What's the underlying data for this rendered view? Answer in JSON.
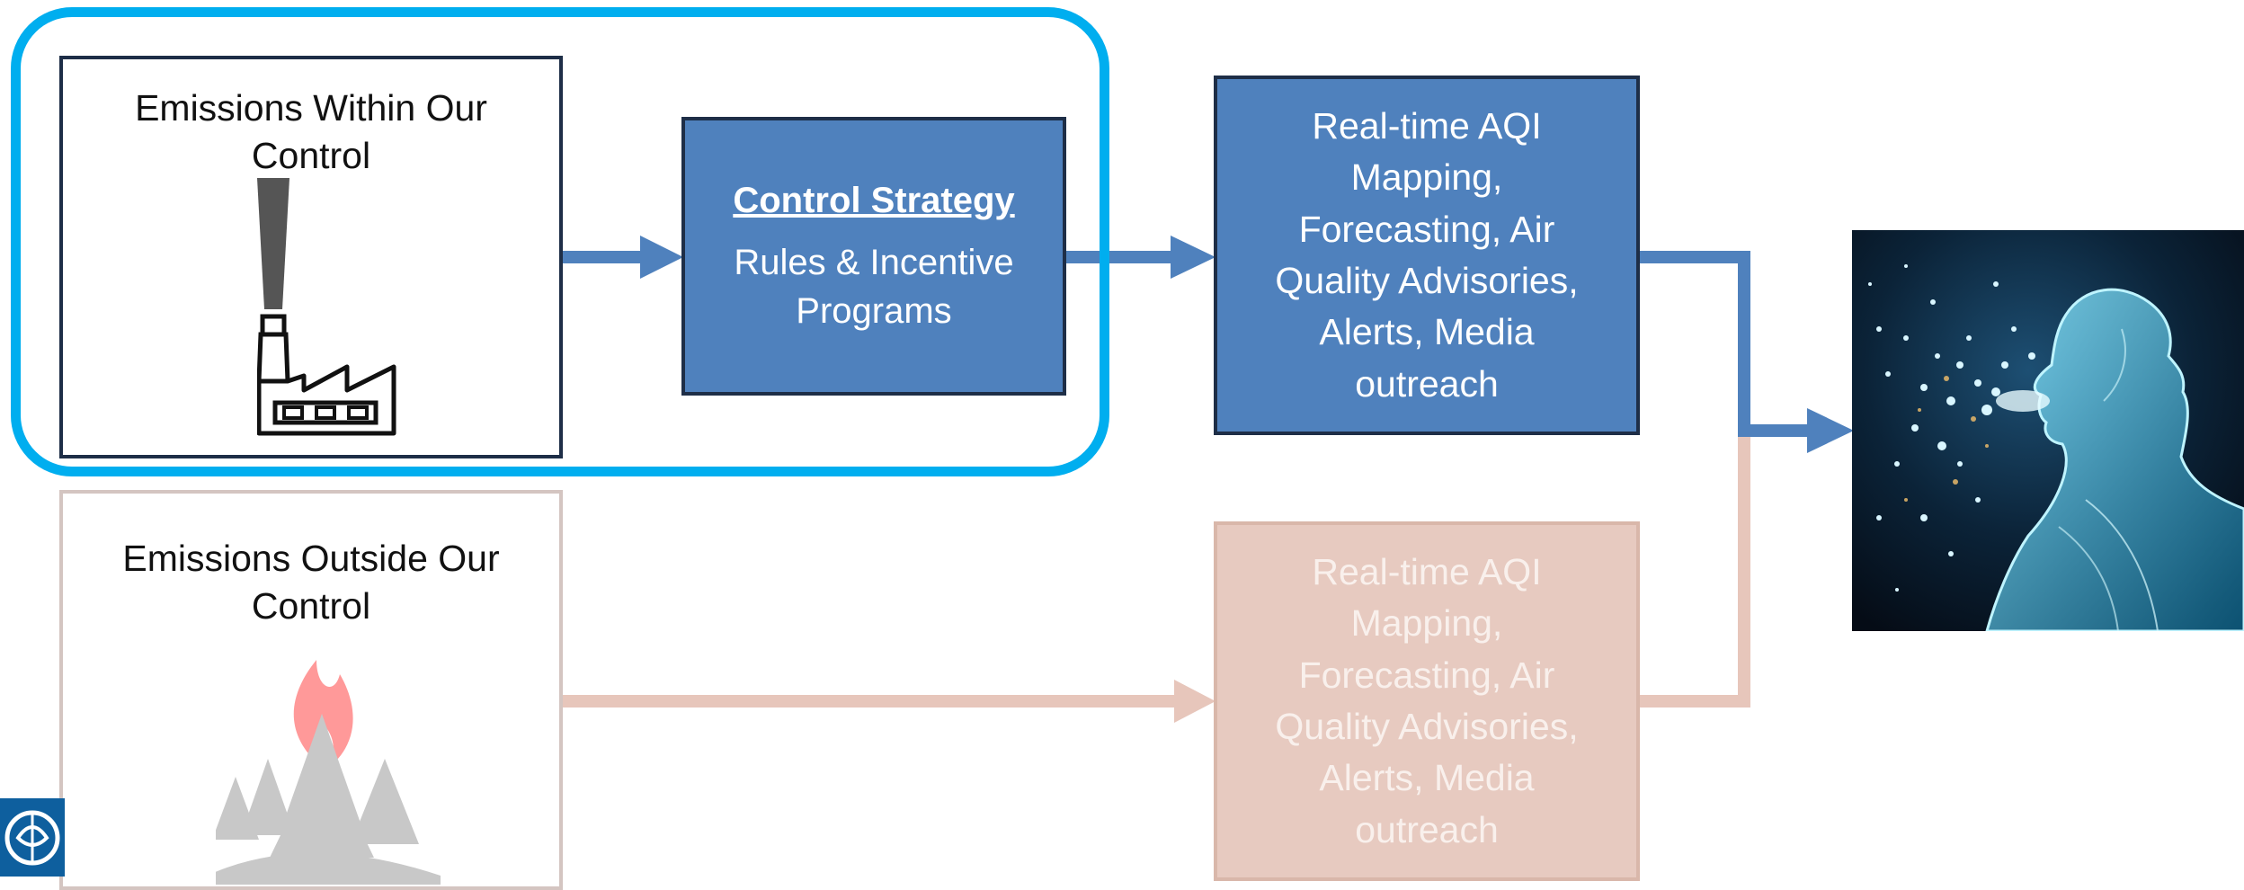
{
  "top_box": {
    "label": "Emissions Within Our Control",
    "icon": "factory-icon"
  },
  "bottom_box": {
    "label": "Emissions Outside Our Control",
    "icon": "wildfire-icon"
  },
  "control_box": {
    "heading": "Control Strategy",
    "body": "Rules & Incentive Programs"
  },
  "aqi_box_top": {
    "text": "Real-time AQI Mapping, Forecasting, Air Quality Advisories, Alerts, Media outreach"
  },
  "aqi_box_bottom": {
    "text": "Real-time AQI Mapping, Forecasting, Air Quality Advisories, Alerts, Media outreach"
  },
  "human_image": {
    "icon": "human-breathing-illustration"
  },
  "logo": {
    "icon": "agency-logo-icon"
  },
  "colors": {
    "highlight": "#00aeef",
    "arrow_blue": "#4f81bd",
    "arrow_faded": "#e7c6bb",
    "box_blue": "#4f81bd",
    "box_faded": "#e7cac0",
    "flame": "#ff9999"
  }
}
